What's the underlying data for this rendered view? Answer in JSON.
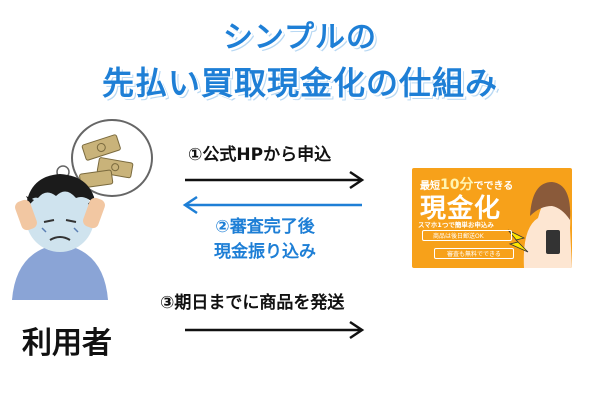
{
  "title": {
    "line1": "シンプルの",
    "line2": "先払い買取現金化の仕組み"
  },
  "steps": {
    "step1": "①公式HPから申込",
    "step2_line1": "②審査完了後",
    "step2_line2": "現金振り込み",
    "step3": "③期日までに商品を発送"
  },
  "actor": {
    "label": "利用者"
  },
  "banner": {
    "top_small": "最短",
    "top_big": "10分",
    "top_tail": "でできる",
    "main": "現金化",
    "sub": "スマホ1つで簡単お申込み",
    "btn1": "商品は後日郵送OK",
    "btn2": "審査も無料でできる"
  },
  "colors": {
    "accent": "#1e7fd6",
    "banner": "#f7a11a",
    "arrow_dark": "#111111"
  },
  "icons": [
    "worried-user-illustration",
    "money-thought-bubble-icon",
    "smartphone-icon",
    "lightning-icon"
  ]
}
